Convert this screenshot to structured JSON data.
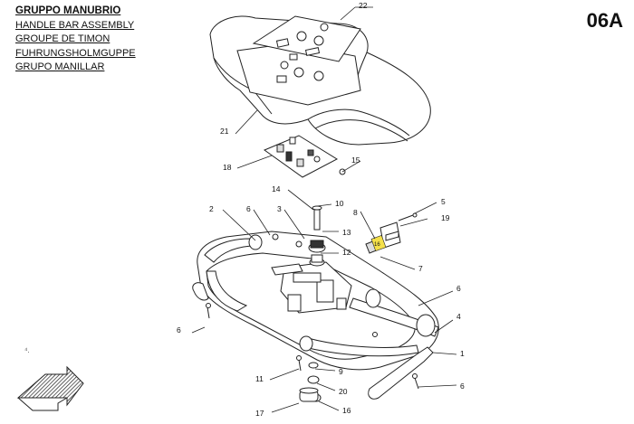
{
  "header": {
    "titles": [
      "GRUPPO MANUBRIO",
      "HANDLE BAR ASSEMBLY",
      "GROUPE DE TIMON",
      "FUHRUNGSHOLMGUPPE",
      "GRUPO MANILLAR"
    ],
    "page_code": "06A"
  },
  "side_mark": "⁴.",
  "callouts": [
    {
      "id": "22",
      "label": "22"
    },
    {
      "id": "21",
      "label": "21"
    },
    {
      "id": "18",
      "label": "18"
    },
    {
      "id": "15",
      "label": "15"
    },
    {
      "id": "14",
      "label": "14"
    },
    {
      "id": "10",
      "label": "10"
    },
    {
      "id": "5",
      "label": "5"
    },
    {
      "id": "2",
      "label": "2"
    },
    {
      "id": "6a",
      "label": "6"
    },
    {
      "id": "3",
      "label": "3"
    },
    {
      "id": "8",
      "label": "8"
    },
    {
      "id": "19",
      "label": "19"
    },
    {
      "id": "13",
      "label": "13"
    },
    {
      "id": "12",
      "label": "12"
    },
    {
      "id": "7",
      "label": "7"
    },
    {
      "id": "6b",
      "label": "6"
    },
    {
      "id": "6c",
      "label": "6"
    },
    {
      "id": "4",
      "label": "4"
    },
    {
      "id": "1",
      "label": "1"
    },
    {
      "id": "11",
      "label": "11"
    },
    {
      "id": "9",
      "label": "9"
    },
    {
      "id": "20",
      "label": "20"
    },
    {
      "id": "6d",
      "label": "6"
    },
    {
      "id": "17",
      "label": "17"
    },
    {
      "id": "16",
      "label": "16"
    }
  ],
  "highlight_label": "16"
}
